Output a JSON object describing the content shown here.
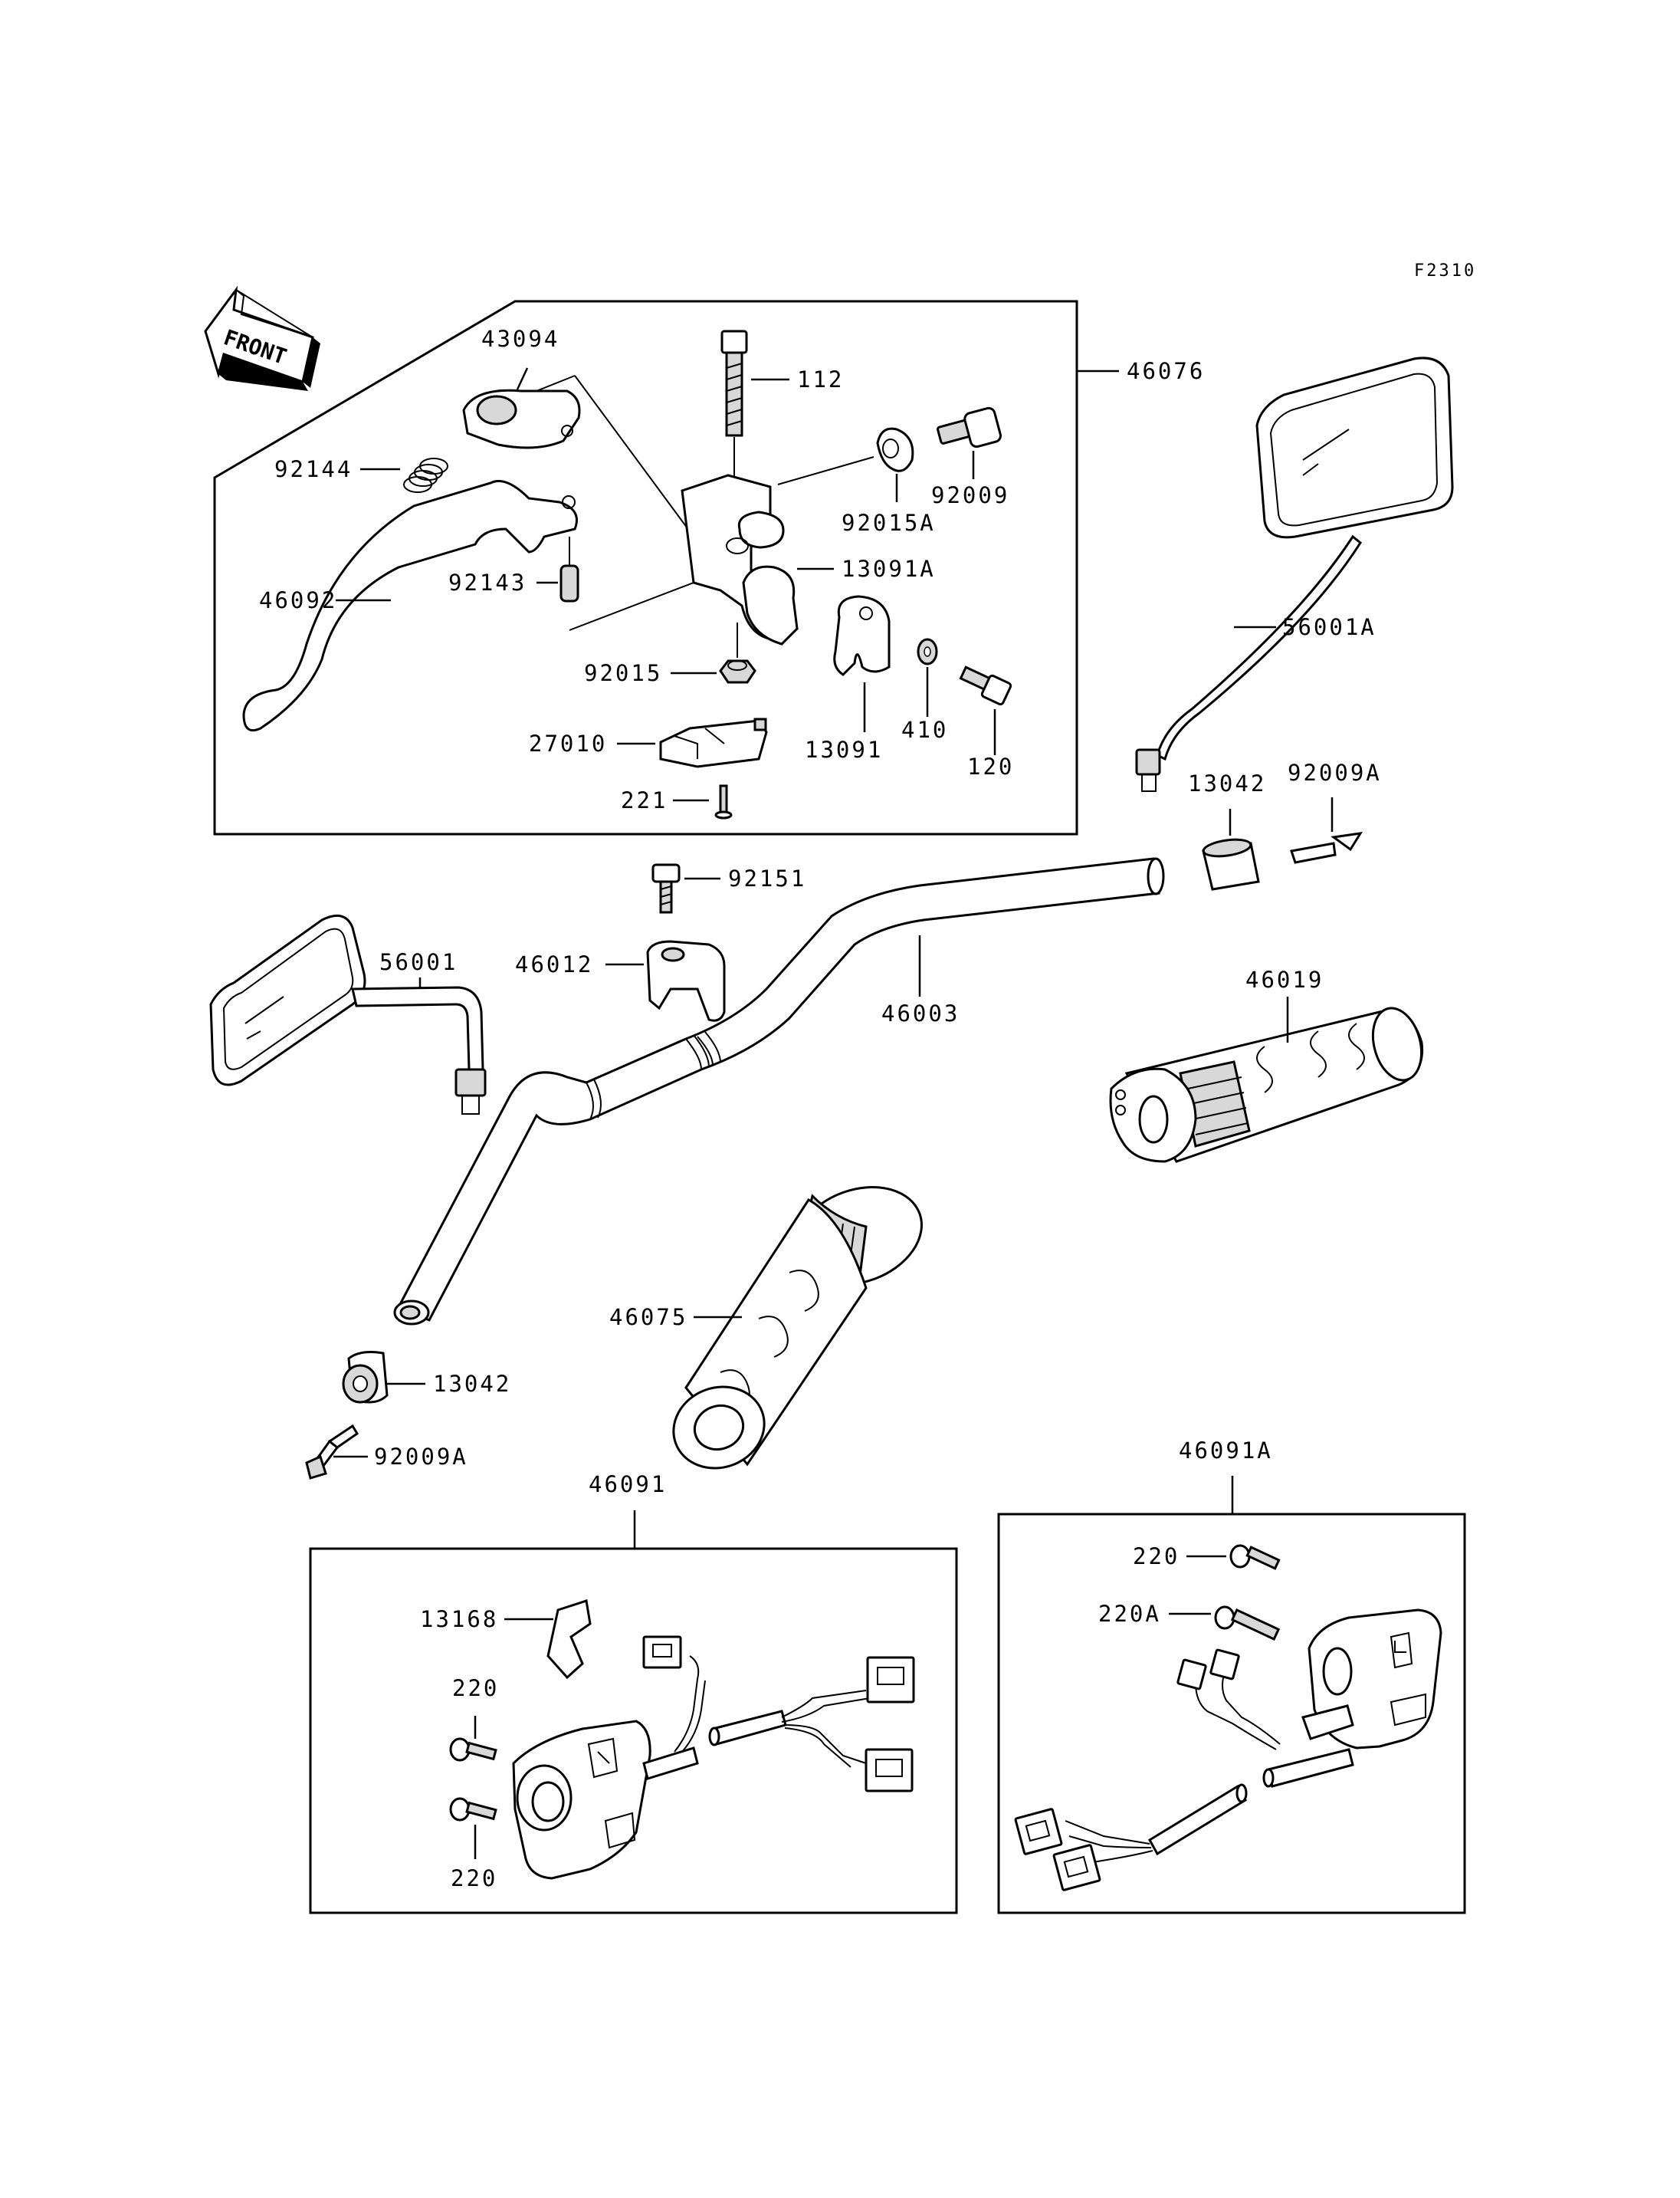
{
  "figure_code": "F2310",
  "front_arrow": "FRONT",
  "labels": {
    "p43094": "43094",
    "p112": "112",
    "p46076": "46076",
    "p92144": "92144",
    "p92009": "92009",
    "p92015A": "92015A",
    "p46092": "46092",
    "p92143": "92143",
    "p13091A": "13091A",
    "p56001A": "56001A",
    "p92015": "92015",
    "p410": "410",
    "p27010": "27010",
    "p13091": "13091",
    "p120": "120",
    "p221": "221",
    "p13042_top": "13042",
    "p92009A_top": "92009A",
    "p92151": "92151",
    "p56001": "56001",
    "p46012": "46012",
    "p46003": "46003",
    "p46019": "46019",
    "p46075": "46075",
    "p13042_bot": "13042",
    "p92009A_bot": "92009A",
    "p46091": "46091",
    "p46091A": "46091A",
    "p13168": "13168",
    "p220_a": "220",
    "p220_b": "220",
    "p220_c": "220",
    "p220A": "220A"
  }
}
